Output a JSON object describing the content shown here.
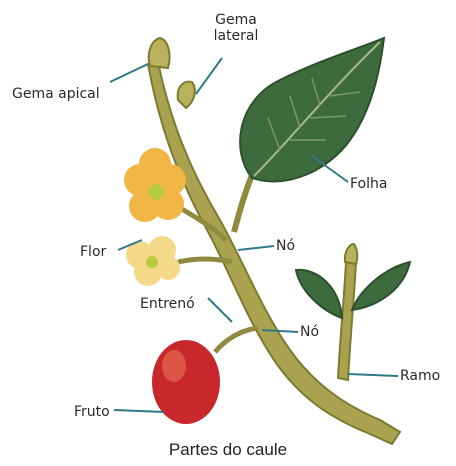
{
  "labels": {
    "gema_apical": "Gema apical",
    "gema_lateral_line1": "Gema",
    "gema_lateral_line2": "lateral",
    "folha": "Folha",
    "flor": "Flor",
    "no_upper": "Nó",
    "entreno": "Entrenó",
    "no_lower": "Nó",
    "ramo": "Ramo",
    "fruto": "Fruto"
  },
  "caption": "Partes do caule",
  "colors": {
    "stem": "#a9a24f",
    "stem_dark": "#7c7a33",
    "leaf": "#3e6b3e",
    "leaf_vein": "#a9b98c",
    "flower": "#f2b646",
    "flower_pale": "#f5d98a",
    "fruit": "#c8272b",
    "leader": "#2e7a86"
  }
}
